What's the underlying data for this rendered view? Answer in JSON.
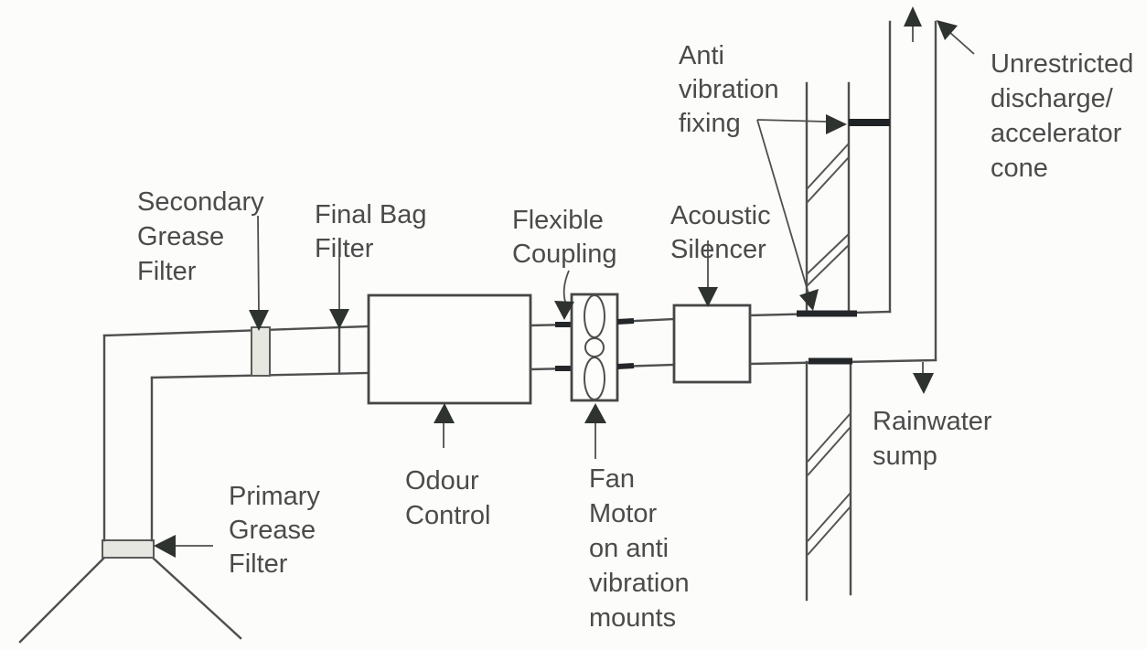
{
  "colors": {
    "background": "#fcfcfa",
    "line": "#4f4f4f",
    "text": "#4b4b4b",
    "fixing_bar": "#23272a",
    "filter_band_fill": "#e7e7e2"
  },
  "labels": {
    "secondary_grease_filter": {
      "lines": [
        "Secondary",
        "Grease",
        "Filter"
      ]
    },
    "final_bag_filter": {
      "lines": [
        "Final Bag",
        "Filter"
      ]
    },
    "flexible_coupling": {
      "lines": [
        "Flexible",
        "Coupling"
      ]
    },
    "acoustic_silencer": {
      "lines": [
        "Acoustic",
        "Silencer"
      ]
    },
    "anti_vibration_fixing": {
      "lines": [
        "Anti",
        "vibration",
        "fixing"
      ]
    },
    "unrestricted_discharge": {
      "lines": [
        "Unrestricted",
        "discharge/",
        "accelerator",
        "cone"
      ]
    },
    "odour_control": {
      "lines": [
        "Odour",
        "Control"
      ]
    },
    "fan_motor": {
      "lines": [
        "Fan",
        "Motor",
        "on anti",
        "vibration",
        "mounts"
      ]
    },
    "primary_grease_filter": {
      "lines": [
        "Primary",
        "Grease",
        "Filter"
      ]
    },
    "rainwater_sump": {
      "lines": [
        "Rainwater",
        "sump"
      ]
    }
  }
}
